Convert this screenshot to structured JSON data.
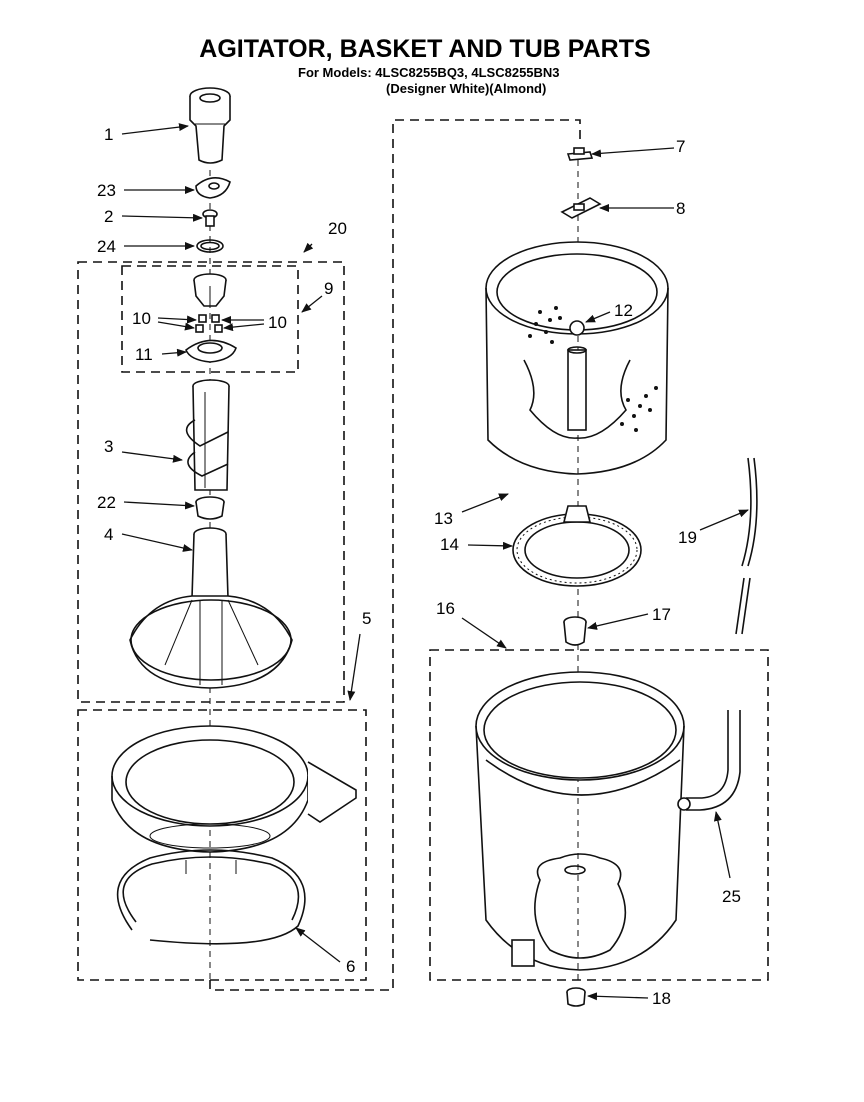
{
  "title": "AGITATOR, BASKET AND TUB PARTS",
  "models_line": "For Models: 4LSC8255BQ3, 4LSC8255BN3",
  "colors_line": "(Designer White)(Almond)",
  "callouts": {
    "p1": "1",
    "p2": "2",
    "p3": "3",
    "p4": "4",
    "p5": "5",
    "p6": "6",
    "p7": "7",
    "p8": "8",
    "p9": "9",
    "p10a": "10",
    "p10b": "10",
    "p11": "11",
    "p12": "12",
    "p13": "13",
    "p14": "14",
    "p16": "16",
    "p17": "17",
    "p18": "18",
    "p19": "19",
    "p20": "20",
    "p22": "22",
    "p23": "23",
    "p24": "24",
    "p25": "25"
  },
  "ink_color": "#111111",
  "paper_color": "#ffffff"
}
